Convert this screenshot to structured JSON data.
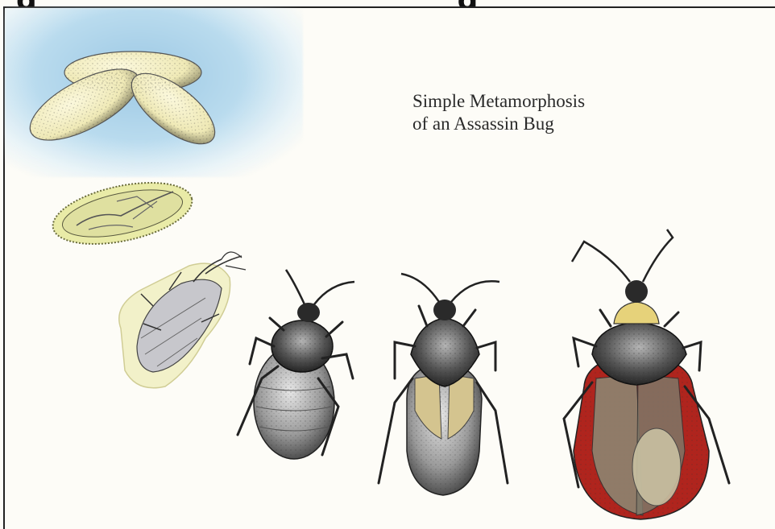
{
  "caption": {
    "line1": "Simple Metamorphosis",
    "line2": "of an Assassin Bug"
  },
  "colors": {
    "sky": "#b9dbee",
    "egg": "#efe9b6",
    "nymph_dark": "#3a3a3a",
    "adult_red": "#b0241d",
    "adult_collar": "#e6d27a",
    "wing": "#c9b886"
  },
  "stages": [
    "eggs",
    "embryo-in-egg",
    "first-instar-nymph",
    "early-nymph",
    "late-nymph",
    "adult"
  ]
}
